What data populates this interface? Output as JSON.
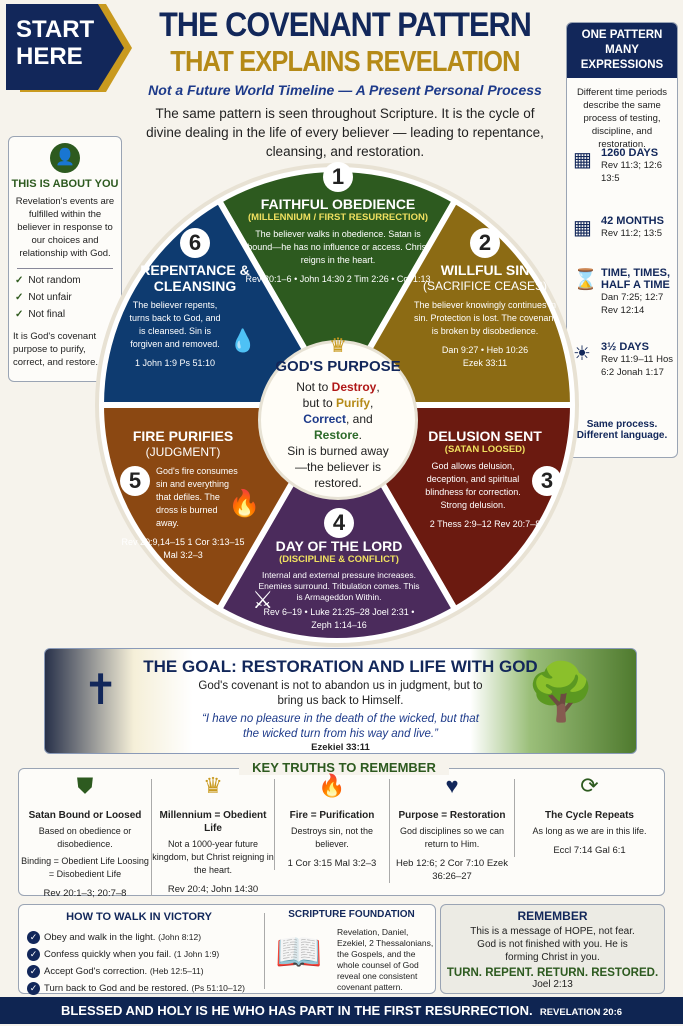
{
  "start": {
    "line1": "START",
    "line2": "HERE"
  },
  "header": {
    "title": "THE COVENANT PATTERN",
    "subtitle": "THAT EXPLAINS REVELATION",
    "tagline": "Not a Future World Timeline — A Present Personal Process",
    "intro": "The same pattern is seen throughout Scripture. It is the cycle of divine dealing in the life of every believer — leading to repentance, cleansing, and restoration."
  },
  "right_panel": {
    "heading": "ONE PATTERN MANY EXPRESSIONS",
    "desc": "Different time periods describe the same process of testing, discipline, and restoration.",
    "periods": [
      {
        "icon": "calendar-icon",
        "title": "1260 DAYS",
        "refs": "Rev 11:3; 12:6 13:5"
      },
      {
        "icon": "calendar-icon",
        "title": "42 MONTHS",
        "refs": "Rev 11:2; 13:5"
      },
      {
        "icon": "hourglass-icon",
        "title": "TIME, TIMES, HALF A TIME",
        "refs": "Dan 7:25; 12:7 Rev 12:14"
      },
      {
        "icon": "sunrise-icon",
        "title": "3½ DAYS",
        "refs": "Rev 11:9–11 Hos 6:2 Jonah 1:17"
      }
    ],
    "footer": "Same process. Different language."
  },
  "left_panel": {
    "heading": "THIS IS ABOUT YOU",
    "desc": "Revelation's events are fulfilled within the believer in response to our choices and relationship with God.",
    "checks": [
      "Not random",
      "Not unfair",
      "Not final"
    ],
    "footer": "It is God's covenant purpose to purify, correct, and restore."
  },
  "wheel": {
    "segments": [
      {
        "num": "1",
        "title": "FAITHFUL OBEDIENCE",
        "subtitle": "(MILLENNIUM / FIRST RESURRECTION)",
        "body": "The believer walks in obedience. Satan is bound—he has no influence or access. Christ reigns in the heart.",
        "refs": "Rev 20:1–6 • John 14:30 2 Tim 2:26 • Col 1:13",
        "color": "#2d5a1f"
      },
      {
        "num": "2",
        "title": "WILLFUL SIN",
        "subtitle": "(SACRIFICE CEASES)",
        "body": "The believer knowingly continues in sin. Protection is lost. The covenant is broken by disobedience.",
        "refs": "Dan 9:27 • Heb 10:26 Ezek 33:11",
        "color": "#8c6b14"
      },
      {
        "num": "3",
        "title": "DELUSION SENT",
        "subtitle": "(SATAN LOOSED)",
        "body": "God allows delusion, deception, and spiritual blindness for correction. Strong delusion.",
        "refs": "2 Thess 2:9–12 Rev 20:7–8",
        "color": "#6b1a10"
      },
      {
        "num": "4",
        "title": "DAY OF THE LORD",
        "subtitle": "(DISCIPLINE & CONFLICT)",
        "body": "Internal and external pressure increases. Enemies surround. Tribulation comes. This is Armageddon Within.",
        "refs": "Rev 6–19 • Luke 21:25–28 Joel 2:31 • Zeph 1:14–16",
        "color": "#4b2b5c"
      },
      {
        "num": "5",
        "title": "FIRE PURIFIES",
        "subtitle": "(JUDGMENT)",
        "body": "God's fire consumes sin and everything that defiles. The dross is burned away.",
        "refs": "Rev 20:9,14–15 1 Cor 3:13–15 Mal 3:2–3",
        "color": "#8b4812"
      },
      {
        "num": "6",
        "title": "REPENTANCE & CLEANSING",
        "subtitle": "",
        "body": "The believer repents, turns back to God, and is cleansed. Sin is forgiven and removed.",
        "refs": "1 John 1:9 Ps 51:10",
        "color": "#0e3b70"
      }
    ],
    "center": {
      "title": "GOD'S PURPOSE",
      "l1a": "Not to ",
      "destroy": "Destroy",
      "l1b": ",",
      "l2a": "but to ",
      "purify": "Purify",
      "l2b": ",",
      "correct": "Correct",
      "l3b": ", and",
      "restore": "Restore",
      "l4b": ".",
      "footer": "Sin is burned away—the believer is restored."
    },
    "colors": {
      "destroy": "#b01818",
      "purify": "#b58a17",
      "correct": "#1d3a8a",
      "restore": "#2d6a2a"
    }
  },
  "goal": {
    "title": "THE GOAL: RESTORATION AND LIFE WITH GOD",
    "text": "God's covenant is not to abandon us in judgment, but to bring us back to Himself.",
    "quote": "“I have no pleasure in the death of the wicked, but that the wicked turn from his way and live.”",
    "ref": "Ezekiel 33:11"
  },
  "key_truths": {
    "heading": "KEY TRUTHS TO REMEMBER",
    "items": [
      {
        "icon": "shield-icon",
        "title": "Satan Bound or Loosed",
        "text": "Based on obedience or disobedience.",
        "extra": "Binding = Obedient Life Loosing = Disobedient Life",
        "refs": "Rev 20:1–3; 20:7–8"
      },
      {
        "icon": "crown-icon",
        "title": "Millennium = Obedient Life",
        "text": "Not a 1000-year future kingdom, but Christ reigning in the heart.",
        "extra": "",
        "refs": "Rev 20:4; John 14:30"
      },
      {
        "icon": "flame-icon",
        "title": "Fire = Purification",
        "text": "Destroys sin, not the believer.",
        "extra": "",
        "refs": "1 Cor 3:15 Mal 3:2–3"
      },
      {
        "icon": "heart-cross-icon",
        "title": "Purpose = Restoration",
        "text": "God disciplines so we can return to Him.",
        "extra": "",
        "refs": "Heb 12:6; 2 Cor 7:10 Ezek 36:26–27"
      },
      {
        "icon": "cycle-icon",
        "title": "The Cycle Repeats",
        "text": "As long as we are in this life.",
        "extra": "",
        "refs": "Eccl 7:14 Gal 6:1"
      }
    ]
  },
  "walk": {
    "heading": "HOW TO WALK IN VICTORY",
    "items": [
      {
        "text": "Obey and walk in the light.",
        "ref": "(John 8:12)"
      },
      {
        "text": "Confess quickly when you fail.",
        "ref": "(1 John 1:9)"
      },
      {
        "text": "Accept God's correction.",
        "ref": "(Heb 12:5–11)"
      },
      {
        "text": "Turn back to God and be restored.",
        "ref": "(Ps 51:10–12)"
      }
    ]
  },
  "scripture": {
    "heading": "SCRIPTURE FOUNDATION",
    "text": "Revelation, Daniel, Ezekiel, 2 Thessalonians, the Gospels, and the whole counsel of God reveal one consistent covenant pattern."
  },
  "remember": {
    "heading": "REMEMBER",
    "text": "This is a message of HOPE, not fear. God is not finished with you. He is forming Christ in you.",
    "call": "TURN. REPENT. RETURN. RESTORED.",
    "ref": "Joel 2:13"
  },
  "footer": {
    "text": "BLESSED AND HOLY IS HE WHO HAS PART IN THE FIRST RESURRECTION.",
    "ref": "REVELATION 20:6"
  }
}
